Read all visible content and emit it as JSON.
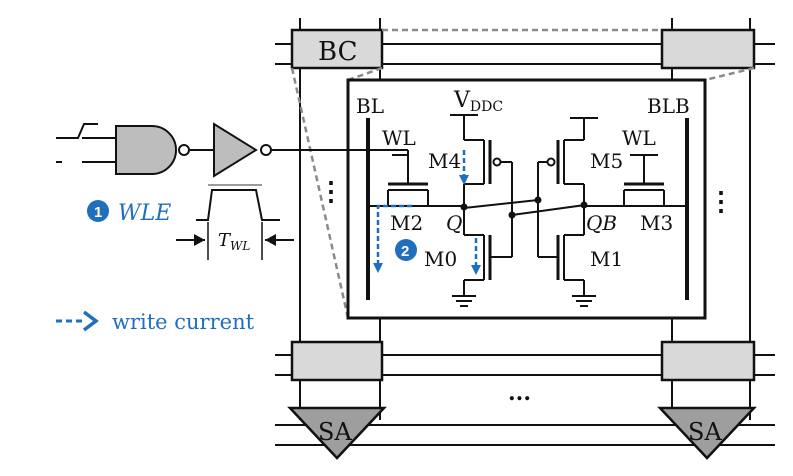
{
  "labels": {
    "bc": "BC",
    "bl": "BL",
    "blb": "BLB",
    "vddc_main": "V",
    "vddc_sub": "DDC",
    "wl_left": "WL",
    "wl_right": "WL",
    "m4": "M4",
    "m5": "M5",
    "m2": "M2",
    "m3": "M3",
    "m0": "M0",
    "m1": "M1",
    "q": "Q",
    "qb": "QB",
    "wle": "WLE",
    "twl_main": "T",
    "twl_sub": "WL",
    "sa_left": "SA",
    "sa_right": "SA",
    "vdots_left": "⋮",
    "vdots_right": "⋮",
    "hdots": "...",
    "step1": "1",
    "step2": "2",
    "legend": "write current"
  },
  "colors": {
    "accent": "#1f6fbd",
    "box_fill": "#d9d9d9",
    "line": "#111111"
  }
}
